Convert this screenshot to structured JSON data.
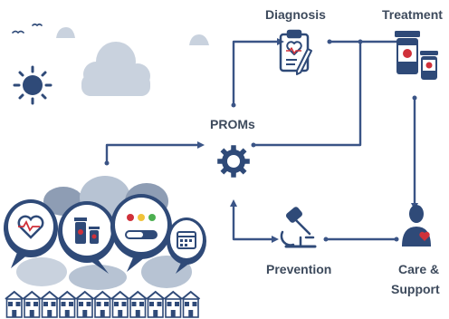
{
  "labels": {
    "diagnosis": "Diagnosis",
    "treatment": "Treatment",
    "proms": "PROMs",
    "prevention": "Prevention",
    "care_support_line1": "Care &",
    "care_support_line2": "Support"
  },
  "icons": {
    "diagnosis": "clipboard-heart-icon",
    "treatment": "medicine-jars-icon",
    "proms": "gear-icon",
    "prevention": "microscope-icon",
    "care_support": "person-heart-icon",
    "weather_sun": "sun-icon",
    "weather_cloud": "cloud-icon",
    "birds": "birds-icon",
    "community": "speech-bubbles-icon",
    "houses": "row-of-houses-icon"
  },
  "colors": {
    "navy": "#2f4a78",
    "line": "#3a5486",
    "gray_cloud": "#c9d2de",
    "bubble_light": "#b7c3d3",
    "bubble_mid": "#8e9db4",
    "red": "#d0313a",
    "text": "#3d4a5c"
  }
}
